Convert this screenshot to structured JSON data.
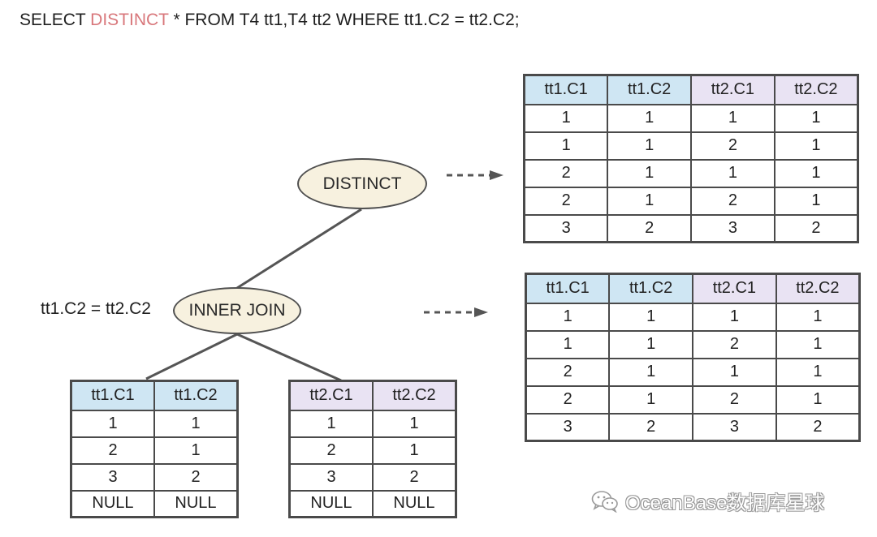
{
  "query": {
    "part1": "SELECT ",
    "keyword": "DISTINCT",
    "part2": " * FROM T4 tt1,T4 tt2 WHERE tt1.C2 = tt2.C2;"
  },
  "colors": {
    "keyword": "#d8777b",
    "tt1_header": "#cfe6f3",
    "tt2_header": "#e9e3f3",
    "node_fill": "#f7f1df"
  },
  "nodes": {
    "distinct": "DISTINCT",
    "inner_join": "INNER JOIN",
    "join_condition": "tt1.C2 = tt2.C2"
  },
  "result_top": {
    "headers": [
      "tt1.C1",
      "tt1.C2",
      "tt2.C1",
      "tt2.C2"
    ],
    "rows": [
      [
        "1",
        "1",
        "1",
        "1"
      ],
      [
        "1",
        "1",
        "2",
        "1"
      ],
      [
        "2",
        "1",
        "1",
        "1"
      ],
      [
        "2",
        "1",
        "2",
        "1"
      ],
      [
        "3",
        "2",
        "3",
        "2"
      ]
    ]
  },
  "result_mid": {
    "headers": [
      "tt1.C1",
      "tt1.C2",
      "tt2.C1",
      "tt2.C2"
    ],
    "rows": [
      [
        "1",
        "1",
        "1",
        "1"
      ],
      [
        "1",
        "1",
        "2",
        "1"
      ],
      [
        "2",
        "1",
        "1",
        "1"
      ],
      [
        "2",
        "1",
        "2",
        "1"
      ],
      [
        "3",
        "2",
        "3",
        "2"
      ]
    ]
  },
  "tt1": {
    "headers": [
      "tt1.C1",
      "tt1.C2"
    ],
    "rows": [
      [
        "1",
        "1"
      ],
      [
        "2",
        "1"
      ],
      [
        "3",
        "2"
      ],
      [
        "NULL",
        "NULL"
      ]
    ]
  },
  "tt2": {
    "headers": [
      "tt2.C1",
      "tt2.C2"
    ],
    "rows": [
      [
        "1",
        "1"
      ],
      [
        "2",
        "1"
      ],
      [
        "3",
        "2"
      ],
      [
        "NULL",
        "NULL"
      ]
    ]
  },
  "watermark": {
    "icon": "wechat-icon",
    "text": "OceanBase数据库星球"
  }
}
